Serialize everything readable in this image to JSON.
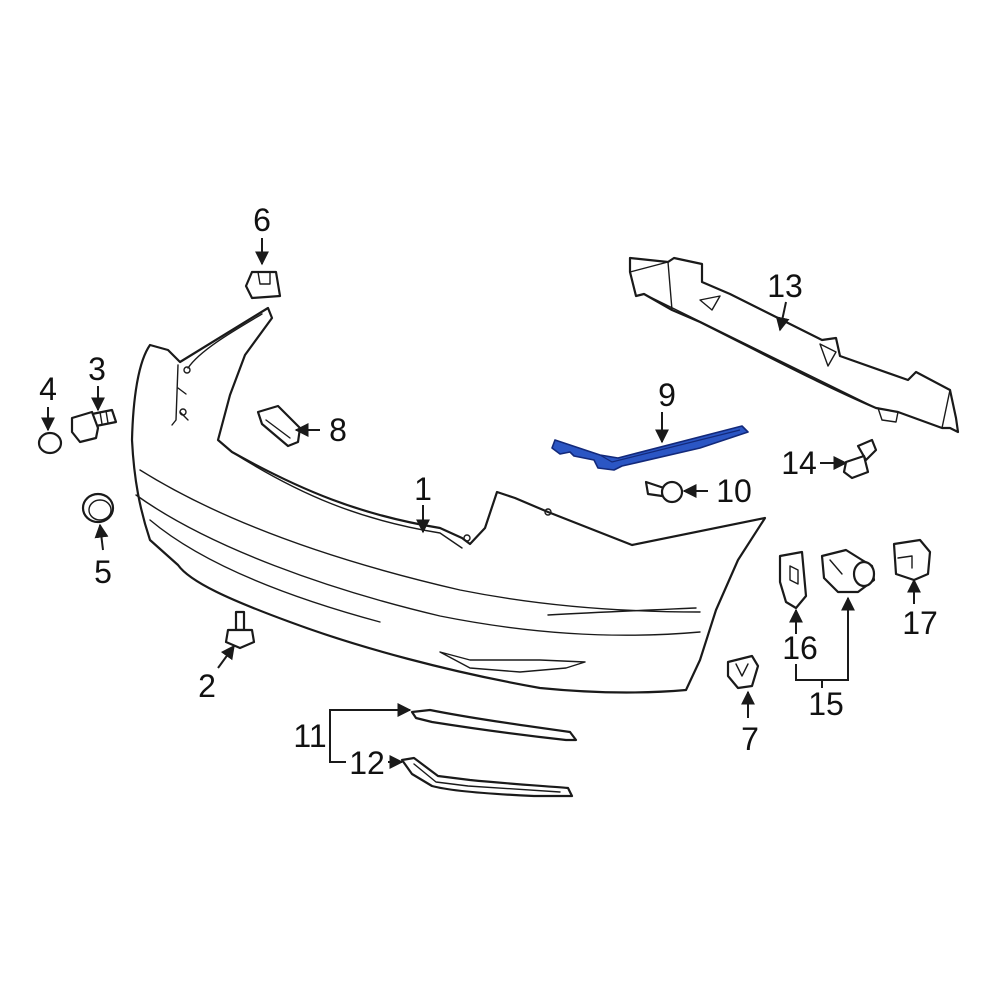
{
  "diagram": {
    "highlight_color": "#2b56c4",
    "line_color": "#1a1a1a",
    "callouts": {
      "c1": "1",
      "c2": "2",
      "c3": "3",
      "c4": "4",
      "c5": "5",
      "c6": "6",
      "c7": "7",
      "c8": "8",
      "c9": "9",
      "c10": "10",
      "c11": "11",
      "c12": "12",
      "c13": "13",
      "c14": "14",
      "c15": "15",
      "c16": "16",
      "c17": "17"
    }
  }
}
